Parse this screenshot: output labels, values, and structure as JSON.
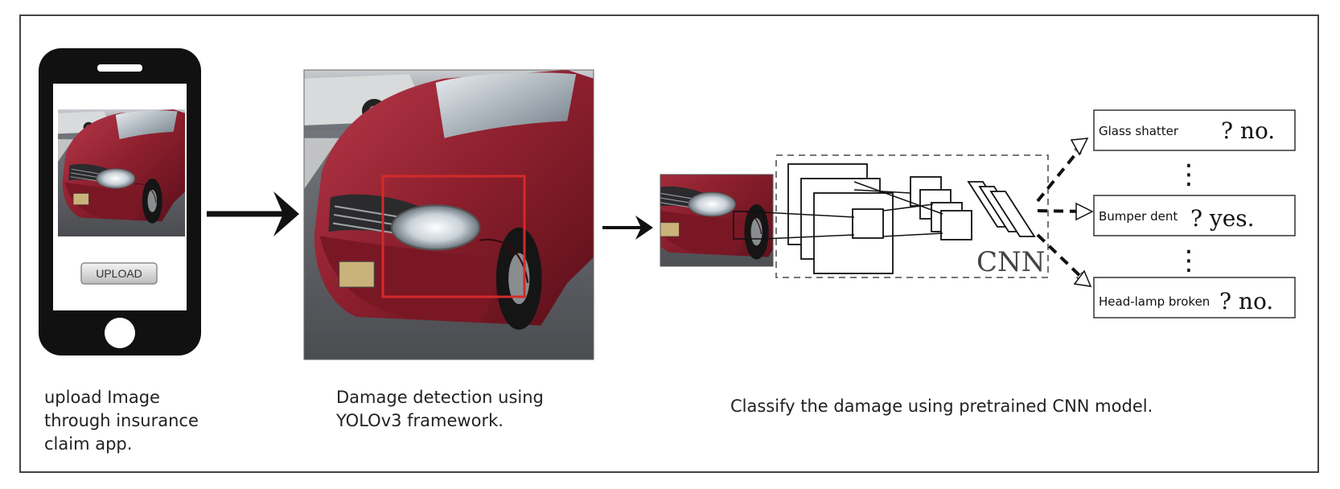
{
  "upload_button_label": "UPLOAD",
  "cnn_label": "CNN",
  "outputs": [
    {
      "label": "Glass shatter",
      "answer": "? no."
    },
    {
      "label": "Bumper dent",
      "answer": "? yes."
    },
    {
      "label": "Head-lamp broken",
      "answer": "? no."
    }
  ],
  "ellipsis": "⋮",
  "captions": {
    "upload": "upload Image\nthrough insurance\nclaim app.",
    "detection": "Damage detection using\nYOLOv3 framework.",
    "classify": "Classify the damage using pretrained CNN model."
  },
  "colors": {
    "car_body": "#8c1f2d",
    "detection_box": "#d42a2a",
    "phone": "#111111"
  }
}
